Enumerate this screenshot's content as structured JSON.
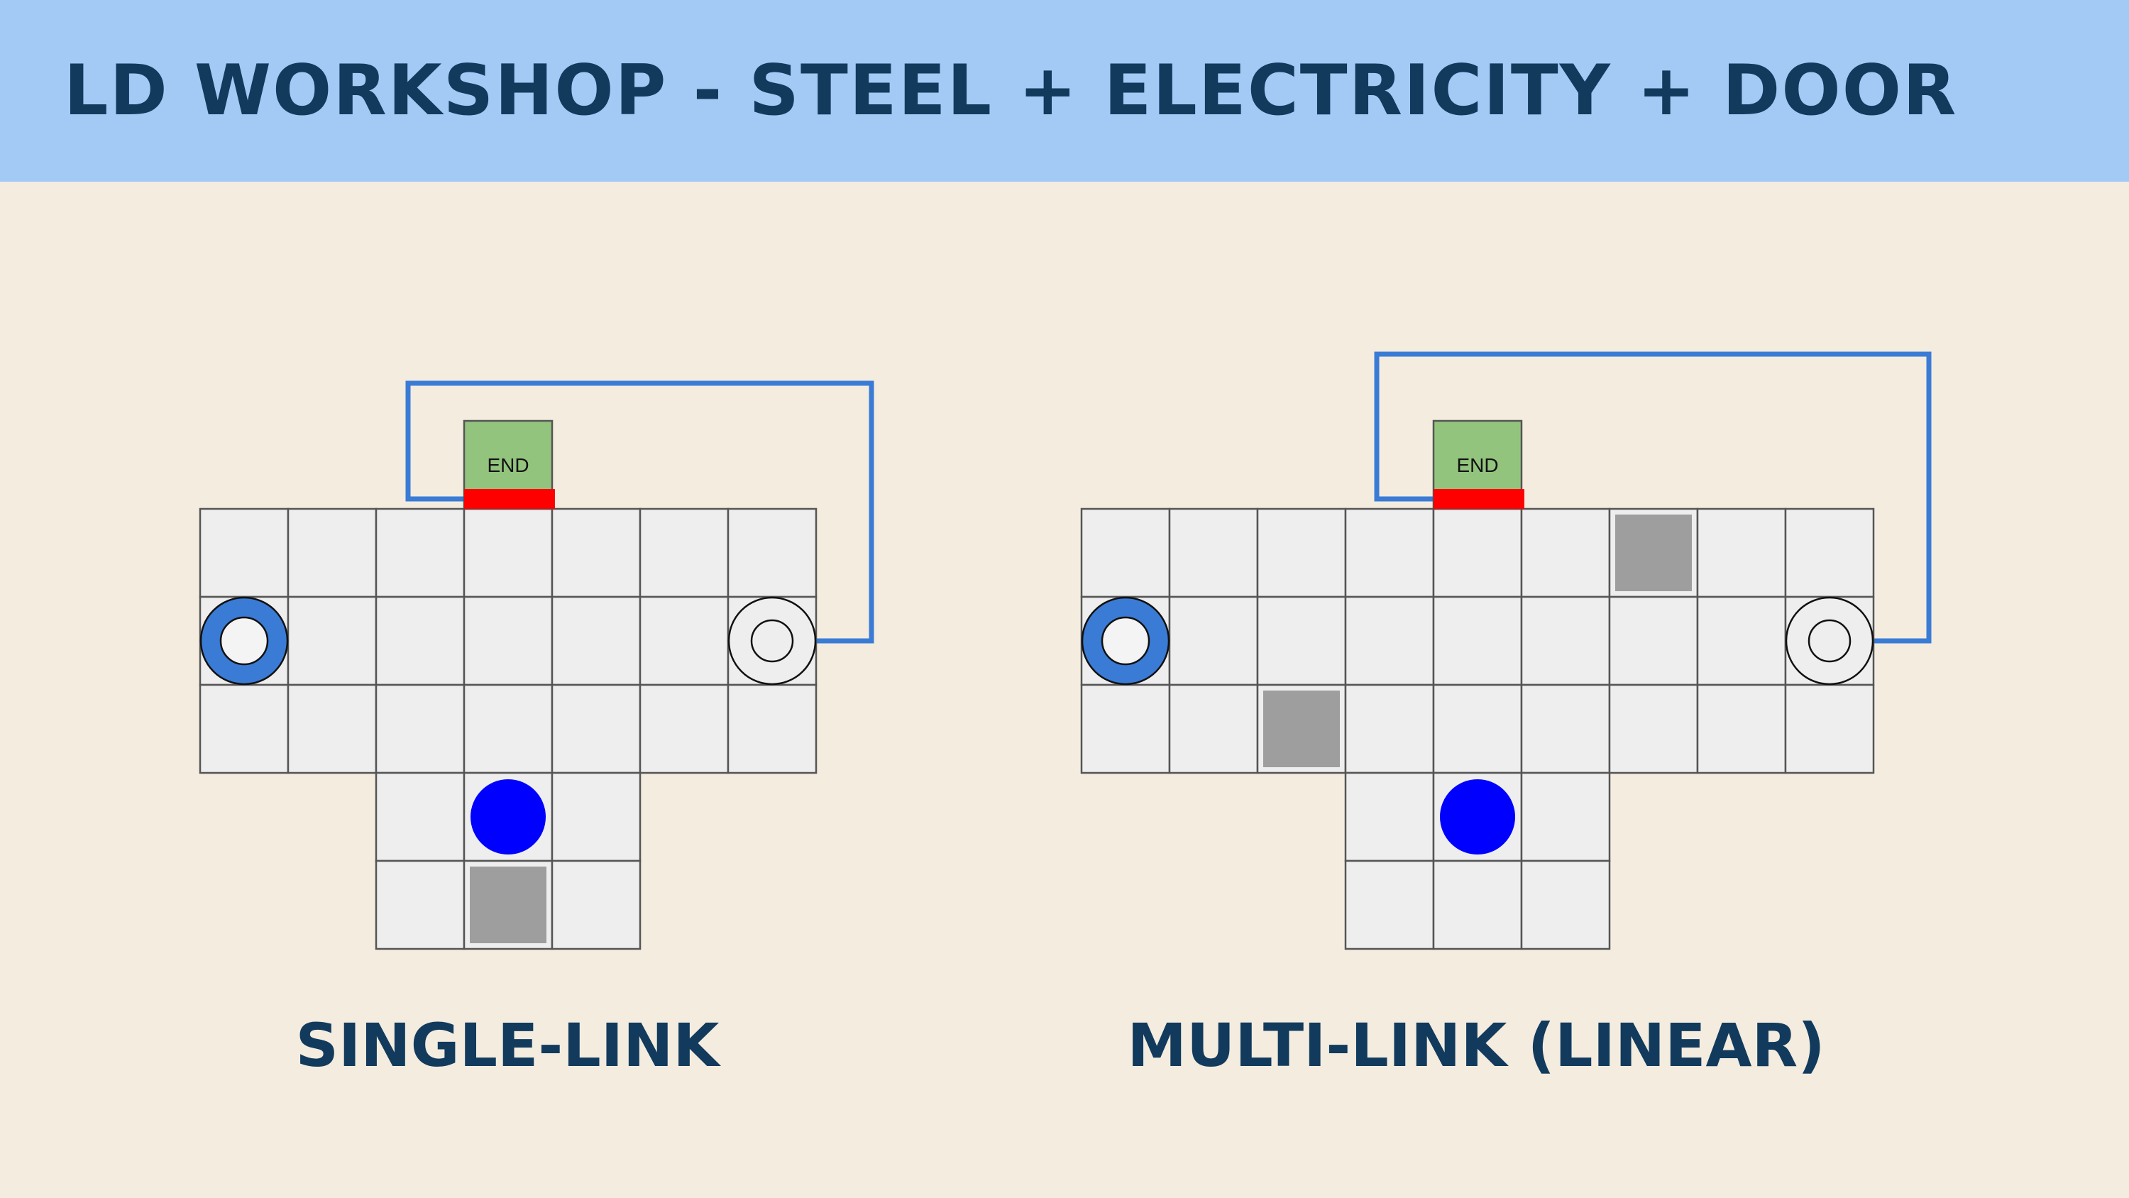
{
  "header": {
    "title": "LD WORKSHOP - STEEL + ELECTRICITY + DOOR"
  },
  "colors": {
    "header_bg": "#a3c9f5",
    "page_bg": "#f3ecdf",
    "title": "#123a5c",
    "tile": "#eeeeee",
    "tile_border": "#555555",
    "wire": "#3a7bd5",
    "end_tile": "#93c47d",
    "door": "#ff0000",
    "steel_block": "#9e9e9e",
    "player": "#0000ff",
    "active_ring": "#3a7bd5",
    "inactive_ring": "#eeeeee"
  },
  "puzzles": [
    {
      "id": "single-link",
      "caption": "SINGLE-LINK",
      "end_label": "END",
      "floor": [
        "#######",
        "#######",
        "#######",
        "..###..",
        "..###.."
      ],
      "end_tile": [
        3,
        -1
      ],
      "player": [
        3,
        3
      ],
      "steel_blocks": [
        [
          3,
          4
        ]
      ],
      "rings": [
        {
          "col": 0,
          "row": 1,
          "state": "active"
        },
        {
          "col": 6,
          "row": 1,
          "state": "inactive"
        }
      ]
    },
    {
      "id": "multi-link-linear",
      "caption": "MULTI-LINK (LINEAR)",
      "end_label": "END",
      "floor": [
        "#########",
        "#########",
        "#########",
        "...###...",
        "...###..."
      ],
      "end_tile": [
        4,
        -1
      ],
      "player": [
        4,
        3
      ],
      "steel_blocks": [
        [
          6,
          0
        ],
        [
          2,
          2
        ]
      ],
      "rings": [
        {
          "col": 0,
          "row": 1,
          "state": "active"
        },
        {
          "col": 8,
          "row": 1,
          "state": "inactive"
        }
      ]
    }
  ]
}
